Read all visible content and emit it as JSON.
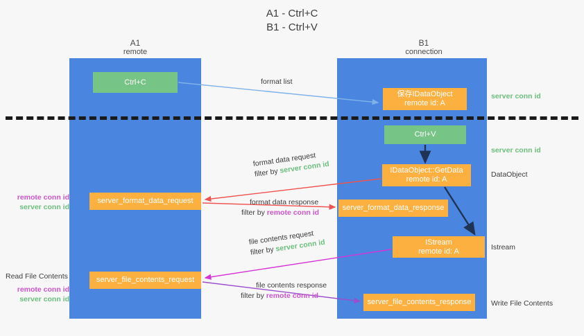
{
  "title": {
    "line1": "A1 - Ctrl+C",
    "line2": "B1 - Ctrl+V"
  },
  "columns": {
    "a1": {
      "name": "A1",
      "role": "remote"
    },
    "b1": {
      "name": "B1",
      "role": "connection"
    }
  },
  "boxes": {
    "ctrl_c": {
      "label": "Ctrl+C",
      "color": "#77c487"
    },
    "save_idataobject": {
      "line1": "保存IDataObject",
      "line2": "remote id: A",
      "color": "#fbb040"
    },
    "ctrl_v": {
      "label": "Ctrl+V",
      "color": "#77c487"
    },
    "getdata": {
      "line1": "IDataObject::GetData",
      "line2": "remote id: A",
      "color": "#fbb040"
    },
    "istream": {
      "line1": "IStream",
      "line2": "remote id: A",
      "color": "#fbb040"
    },
    "server_format_data_request": {
      "label": "server_format_data_request",
      "color": "#fbb040"
    },
    "server_format_data_response": {
      "label": "server_format_data_response",
      "color": "#fbb040"
    },
    "server_file_contents_request": {
      "label": "server_file_contents_request",
      "color": "#fbb040"
    },
    "server_file_contents_response": {
      "label": "server_file_contents_response",
      "color": "#fbb040"
    }
  },
  "annotations": {
    "format_list": "format list",
    "format_data_request": "format data request",
    "format_data_response": "format data response",
    "file_contents_request": "file contents request",
    "file_contents_response": "file contents response",
    "filter_by": "filter by",
    "server_conn_id": "server conn id",
    "remote_conn_id": "remote conn id"
  },
  "right_labels": {
    "server_conn_id_top": "server conn id",
    "server_conn_id_mid": "server conn id",
    "dataobject": "DataObject",
    "istream": "Istream",
    "write_file_contents": "Write File Contents"
  },
  "left_labels": {
    "remote_conn_id_1": "remote conn id",
    "server_conn_id_1": "server conn id",
    "read_file_contents": "Read File Contents",
    "remote_conn_id_2": "remote conn id",
    "server_conn_id_2": "server conn id"
  },
  "colors": {
    "lane": "#4a86e0",
    "green_box": "#77c487",
    "orange_box": "#fbb040",
    "green_text": "#6cbf7d",
    "pink_text": "#cc55cc",
    "arrow_blue": "#7fb3e8",
    "arrow_red": "#ef5350",
    "arrow_magenta": "#d633d6",
    "arrow_purple": "#9c4dcc",
    "arrow_dark": "#1f3354",
    "divider": "#1a1a1a",
    "background": "#f7f7f7"
  }
}
